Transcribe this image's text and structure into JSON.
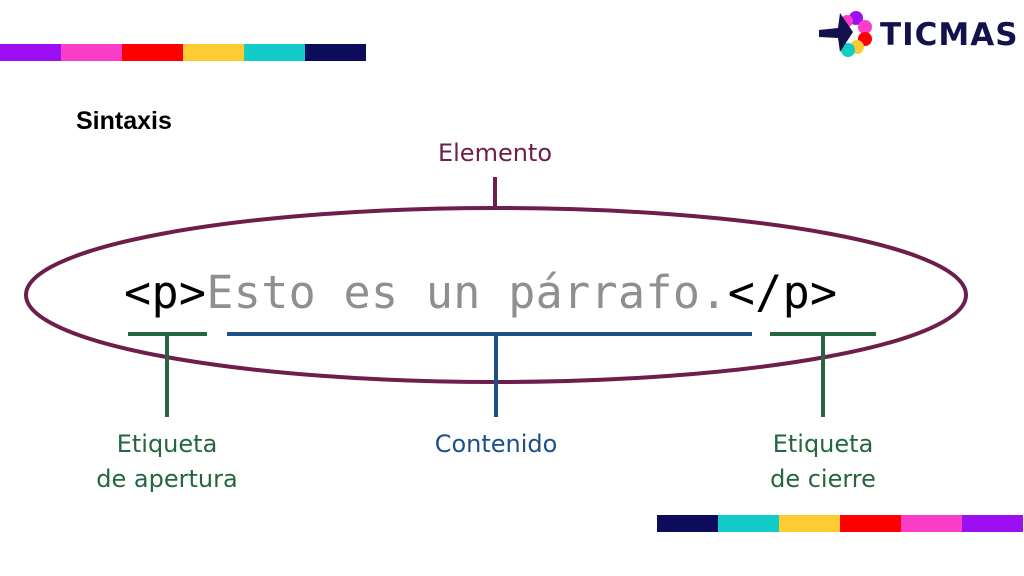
{
  "colors": {
    "stripe": [
      "#9b0ff2",
      "#fb3dc9",
      "#ff0000",
      "#fdcb32",
      "#12ccc8",
      "#0d0c5c"
    ],
    "element": "#6e1e4c",
    "tag": "#24663f",
    "content": "#1d4f8a",
    "code_content": "#8f8f8f"
  },
  "logo": {
    "text": "TICMAS"
  },
  "section": {
    "title": "Sintaxis"
  },
  "diagram": {
    "element_label": "Elemento",
    "code": {
      "open_tag": "<p>",
      "content": "Esto es un párrafo.",
      "close_tag": "</p>"
    },
    "open_label": [
      "Etiqueta",
      "de apertura"
    ],
    "content_label": "Contenido",
    "close_label": [
      "Etiqueta",
      "de cierre"
    ]
  }
}
